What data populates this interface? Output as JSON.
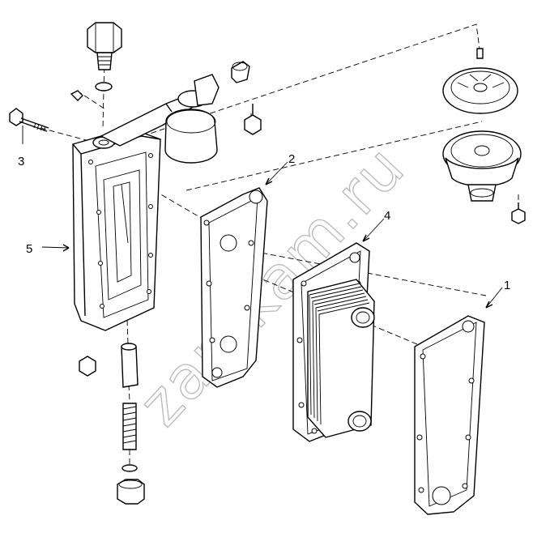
{
  "watermark": "zap-kam.ru",
  "callouts": [
    {
      "id": "1",
      "label": "1"
    },
    {
      "id": "2",
      "label": "2"
    },
    {
      "id": "3",
      "label": "3"
    },
    {
      "id": "4",
      "label": "4"
    },
    {
      "id": "5",
      "label": "5"
    }
  ],
  "colors": {
    "line": "#000000",
    "background": "#ffffff",
    "watermark": "#b8b8b8"
  }
}
